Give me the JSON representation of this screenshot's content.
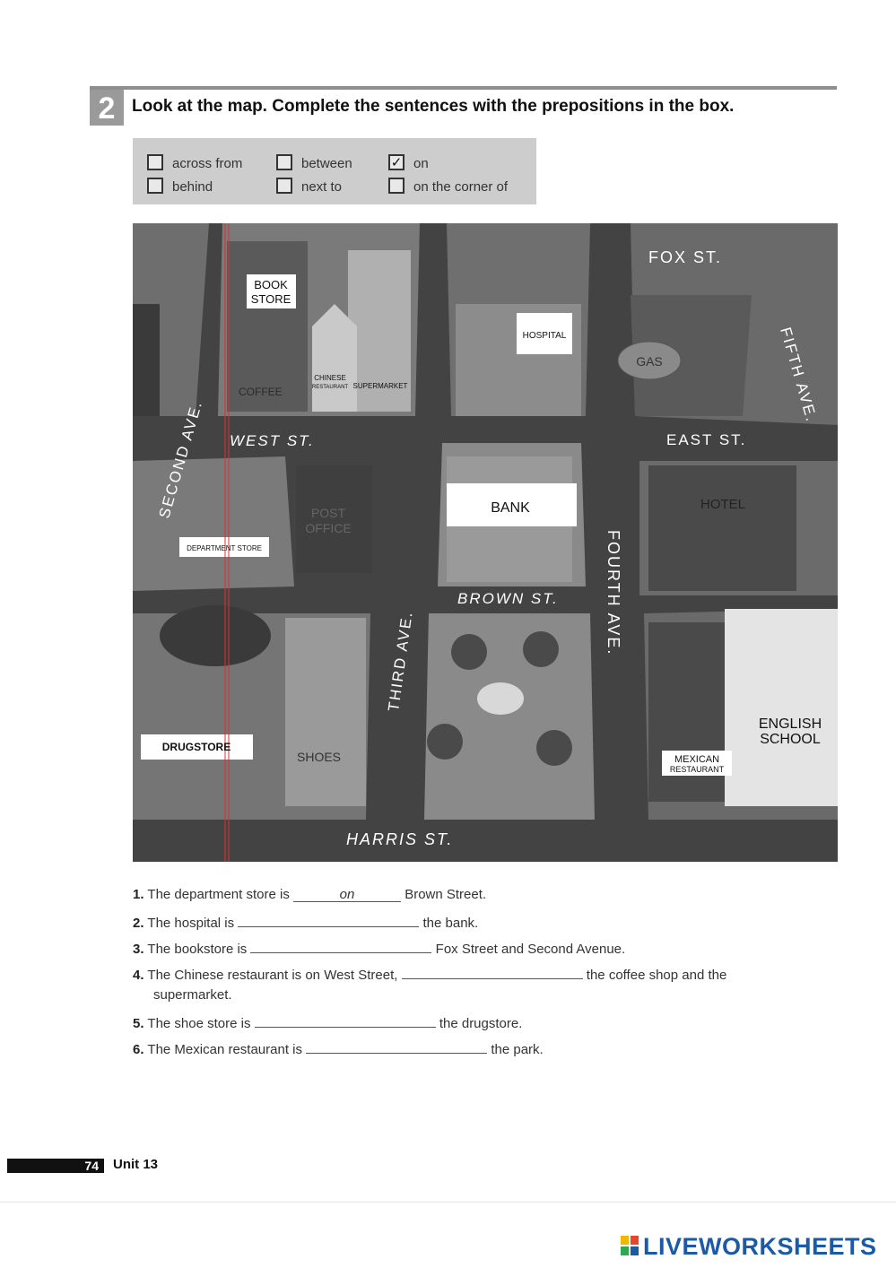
{
  "exercise": {
    "number": "2",
    "instruction": "Look at the map. Complete the sentences with the prepositions in the box."
  },
  "word_box": {
    "options": [
      {
        "label": "across from",
        "checked": false
      },
      {
        "label": "behind",
        "checked": false
      },
      {
        "label": "between",
        "checked": false
      },
      {
        "label": "next to",
        "checked": false
      },
      {
        "label": "on",
        "checked": true
      },
      {
        "label": "on the corner of",
        "checked": false
      }
    ],
    "check_mark": "✓"
  },
  "map": {
    "streets": {
      "fox": "FOX ST.",
      "west": "WEST ST.",
      "east": "EAST ST.",
      "brown": "BROWN ST.",
      "harris": "HARRIS ST.",
      "second": "SECOND AVE.",
      "third": "THIRD AVE.",
      "fourth": "FOURTH AVE.",
      "fifth": "FIFTH AVE."
    },
    "places": {
      "book_store_1": "BOOK",
      "book_store_2": "STORE",
      "coffee": "COFFEE",
      "chinese_1": "CHINESE",
      "chinese_2": "RESTAURANT",
      "supermarket": "SUPERMARKET",
      "hospital": "HOSPITAL",
      "gas": "GAS",
      "post_office_1": "POST",
      "post_office_2": "OFFICE",
      "department_store": "DEPARTMENT STORE",
      "bank": "BANK",
      "hotel": "HOTEL",
      "drugstore": "DRUGSTORE",
      "shoes": "SHOES",
      "mexican_1": "MEXICAN",
      "mexican_2": "RESTAURANT",
      "english_1": "ENGLISH",
      "english_2": "SCHOOL"
    }
  },
  "sentences": [
    {
      "num": "1.",
      "before": "The department store is",
      "answer": "on",
      "after": "Brown Street."
    },
    {
      "num": "2.",
      "before": "The hospital is",
      "answer": "",
      "after": "the bank."
    },
    {
      "num": "3.",
      "before": "The bookstore is",
      "answer": "",
      "after": "Fox Street and Second Avenue."
    },
    {
      "num": "4.",
      "before": "The Chinese restaurant is on West Street,",
      "answer": "",
      "after": "the coffee shop and the",
      "cont": "supermarket."
    },
    {
      "num": "5.",
      "before": "The shoe store is",
      "answer": "",
      "after": "the drugstore."
    },
    {
      "num": "6.",
      "before": "The Mexican restaurant is",
      "answer": "",
      "after": "the park."
    }
  ],
  "footer": {
    "page": "74",
    "unit": "Unit 13",
    "brand": "LIVEWORKSHEETS"
  }
}
